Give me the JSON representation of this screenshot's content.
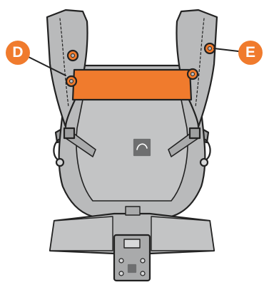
{
  "labels": {
    "d": "D",
    "e": "E"
  },
  "colors": {
    "accent": "#F07B2D",
    "body": "#B9BABB",
    "body_light": "#CDCECF",
    "body_dark": "#9FA0A1",
    "outline": "#222222",
    "logo_bg": "#FFFFFF"
  },
  "icons": [
    "carrier-illustration",
    "brand-logo-icon",
    "strap-buckle-icon",
    "snap-button-icon"
  ]
}
